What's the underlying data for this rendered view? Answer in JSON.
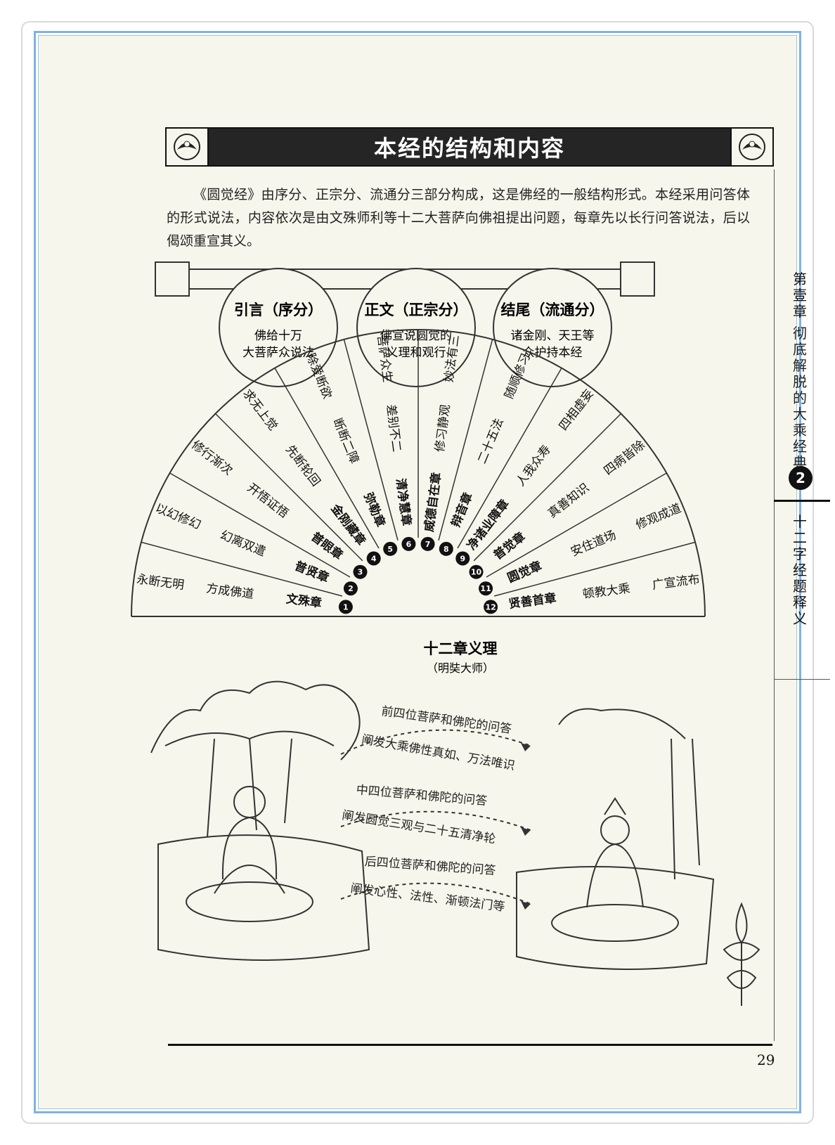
{
  "header": {
    "title": "本经的结构和内容"
  },
  "intro": "《圆觉经》由序分、正宗分、流通分三部分构成，这是佛经的一般结构形式。本经采用问答体的形式说法，内容依次是由文殊师利等十二大菩萨向佛祖提出问题，每章先以长行问答说法，后以偈颂重宣其义。",
  "structure": [
    {
      "title": "引言（序分）",
      "line1": "佛给十万",
      "line2": "大菩萨众说法"
    },
    {
      "title": "正文（正宗分）",
      "line1": "佛宣说圆觉的",
      "line2": "义理和观行"
    },
    {
      "title": "结尾（流通分）",
      "line1": "诸金刚、天王等",
      "line2": "众护持本经"
    }
  ],
  "fan": {
    "title": "十二章义理",
    "subtitle": "（明奘大师）",
    "chapters": [
      {
        "num": "1",
        "name": "文殊章",
        "a": "方成佛道",
        "b": "永断无明"
      },
      {
        "num": "2",
        "name": "普贤章",
        "a": "幻离双遣",
        "b": "以幻修幻"
      },
      {
        "num": "3",
        "name": "普眼章",
        "a": "开悟证悟",
        "b": "修行渐次"
      },
      {
        "num": "4",
        "name": "金刚藏章",
        "a": "先断轮回",
        "b": "求无上觉"
      },
      {
        "num": "5",
        "name": "弥勒章",
        "a": "断断二障",
        "b": "除爱断欲"
      },
      {
        "num": "6",
        "name": "清净慧章",
        "a": "差别不二",
        "b": "菩萨众生"
      },
      {
        "num": "7",
        "name": "威德自在章",
        "a": "修习静观",
        "b": "妙法有三"
      },
      {
        "num": "8",
        "name": "辩音章",
        "a": "二十五法",
        "b": "随顺修习"
      },
      {
        "num": "9",
        "name": "净诸业障章",
        "a": "人我众寿",
        "b": "四相虚妄"
      },
      {
        "num": "10",
        "name": "普觉章",
        "a": "真善知识",
        "b": "四病皆除"
      },
      {
        "num": "11",
        "name": "圆觉章",
        "a": "安住道场",
        "b": "修观成道"
      },
      {
        "num": "12",
        "name": "贤善首章",
        "a": "顿教大乘",
        "b": "广宣流布"
      }
    ]
  },
  "illustration": {
    "arrows": [
      {
        "line1": "前四位菩萨和佛陀的问答",
        "line2": "阐发大乘佛性真如、万法唯识"
      },
      {
        "line1": "中四位菩萨和佛陀的问答",
        "line2": "阐发圆觉三观与二十五清净轮"
      },
      {
        "line1": "后四位菩萨和佛陀的问答",
        "line2": "阐发心性、法性、渐顿法门等"
      }
    ]
  },
  "sidebar": {
    "chapter": "第壹章",
    "subtitle": "彻底解脱的大乘经典",
    "badge": "2",
    "section": "十二字经题释义"
  },
  "footer": {
    "page_number": "29"
  }
}
